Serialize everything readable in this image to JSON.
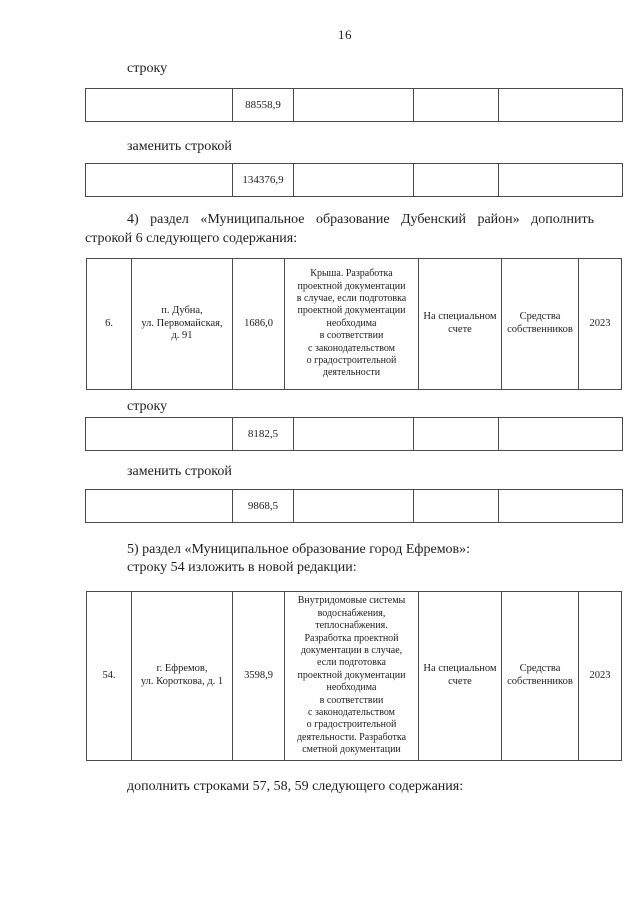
{
  "page_number": "16",
  "labels": {
    "stroku_1": "строку",
    "zamenit_1": "заменить строкой",
    "stroku_2": "строку",
    "zamenit_2": "заменить строкой"
  },
  "paragraphs": {
    "p4_line1": "4) раздел «Муниципальное образование Дубенский район» дополнить",
    "p4_line2": "строкой 6 следующего содержания:",
    "p5_line1": "5) раздел «Муниципальное образование город Ефремов»:",
    "p5_line2": "строку 54 изложить в новой редакции:",
    "closing": "дополнить строками 57, 58, 59 следующего содержания:"
  },
  "small_tables": {
    "t1": {
      "value": "88558,9"
    },
    "t2": {
      "value": "134376,9"
    },
    "t3": {
      "value": "8182,5"
    },
    "t4": {
      "value": "9868,5"
    }
  },
  "row_tables": {
    "r6": {
      "num": "6.",
      "address": "п. Дубна,\nул. Первомайская,\nд. 91",
      "cost": "1686,0",
      "work": "Крыша. Разработка\nпроектной документации\nв случае, если подготовка\nпроектной документации\nнеобходима\nв соответствии\nс законодательством\nо градостроительной\nдеятельности",
      "account": "На специальном\nсчете",
      "funds": "Средства\nсобственников",
      "year": "2023"
    },
    "r54": {
      "num": "54.",
      "address": "г. Ефремов,\nул. Короткова, д. 1",
      "cost": "3598,9",
      "work": "Внутридомовые системы\nводоснабжения,\nтеплоснабжения.\nРазработка проектной\nдокументации в случае,\nесли подготовка\nпроектной документации\nнеобходима\nв соответствии\nс законодательством\nо градостроительной\nдеятельности. Разработка\nсметной документации",
      "account": "На специальном\nсчете",
      "funds": "Средства\nсобственников",
      "year": "2023"
    }
  }
}
